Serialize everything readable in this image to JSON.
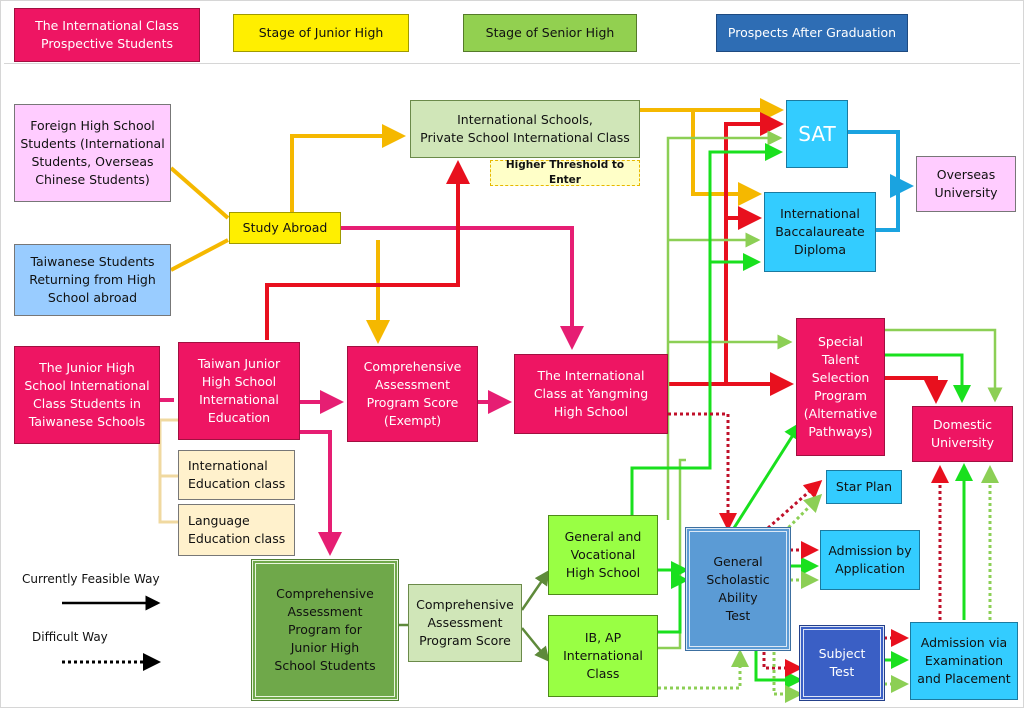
{
  "header": {
    "intl_class_prospective": "The International Class\nProspective Students",
    "stage_junior": "Stage of Junior High",
    "stage_senior": "Stage of Senior High",
    "prospects": "Prospects After Graduation"
  },
  "nodes": {
    "foreign_students": "Foreign High School\nStudents (International\nStudents, Overseas\nChinese Students)",
    "taiwanese_returning": "Taiwanese Students\nReturning from High\nSchool abroad",
    "junior_intl_class": "The Junior High\nSchool International\nClass Students in\nTaiwanese Schools",
    "study_abroad": "Study Abroad",
    "intl_schools": "International Schools,\nPrivate School International Class",
    "higher_threshold": "Higher Threshold to Enter",
    "taiwan_junior_intl_edu": "Taiwan Junior\nHigh School\nInternational\nEducation",
    "cap_score_exempt": "Comprehensive\nAssessment\nProgram Score\n(Exempt)",
    "intl_class_yangming": "The International\nClass at Yangming\nHigh School",
    "intl_education_class": "International\nEducation class",
    "language_education_class": "Language\nEducation class",
    "cap_junior": "Comprehensive\nAssessment\nProgram for\nJunior High\nSchool Students",
    "cap_score": "Comprehensive\nAssessment\nProgram Score",
    "general_vocational": "General and\nVocational\nHigh School",
    "ib_ap": "IB, AP\nInternational\nClass",
    "gsat": "General\nScholastic\nAbility\nTest",
    "subject_test": "Subject\nTest",
    "sat": "SAT",
    "ib_diploma": "International\nBaccalaureate\nDiploma",
    "overseas_university": "Overseas\nUniversity",
    "special_talent": "Special\nTalent\nSelection\nProgram\n(Alternative\nPathways)",
    "domestic_university": "Domestic\nUniversity",
    "star_plan": "Star Plan",
    "admission_application": "Admission by\nApplication",
    "admission_exam": "Admission via\nExamination\nand Placement"
  },
  "legend": {
    "feasible": "Currently Feasible Way",
    "difficult": "Difficult Way"
  },
  "colors": {
    "pink": "#ee1563",
    "yellow": "#ffef00",
    "green": "#92d050",
    "blue": "#2e6db4",
    "arrow_red": "#e8101e",
    "arrow_yellow": "#f5b800",
    "arrow_pink": "#e61e73",
    "arrow_green": "#19e01e",
    "arrow_lightgreen": "#8ccf55",
    "arrow_blue": "#1aa3e0"
  }
}
